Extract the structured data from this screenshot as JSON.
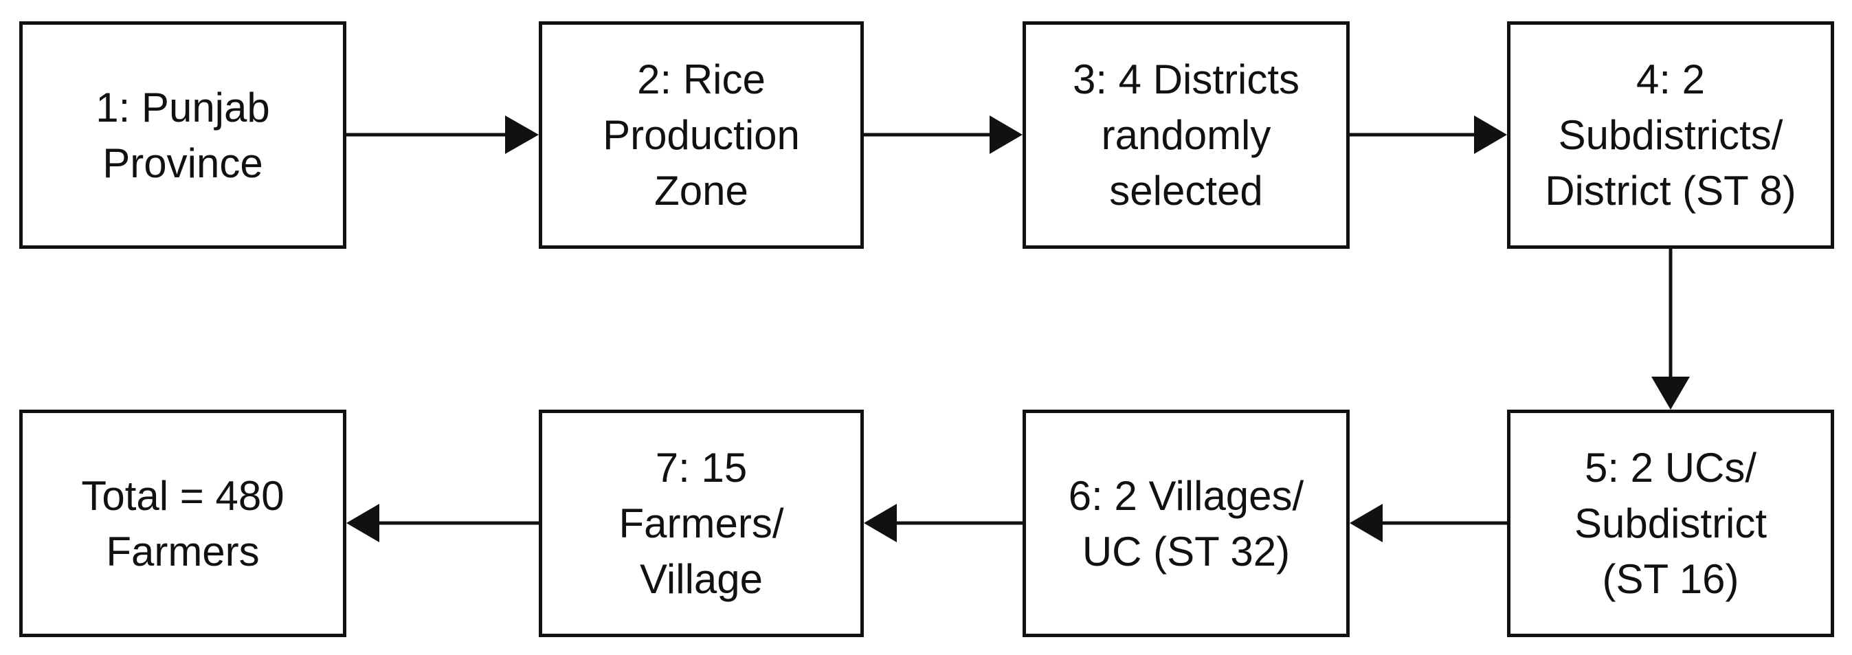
{
  "diagram": {
    "steps": [
      {
        "label": "1: Punjab\nProvince"
      },
      {
        "label": "2: Rice\nProduction\nZone"
      },
      {
        "label": "3: 4 Districts\nrandomly\nselected"
      },
      {
        "label": "4: 2\nSubdistricts/\nDistrict (ST 8)"
      },
      {
        "label": "5: 2 UCs/\nSubdistrict\n(ST 16)"
      },
      {
        "label": "6: 2 Villages/\nUC (ST 32)"
      },
      {
        "label": "7: 15\nFarmers/\nVillage"
      },
      {
        "label": "Total = 480\nFarmers"
      }
    ],
    "colors": {
      "stroke": "#111111",
      "background": "#ffffff"
    }
  }
}
